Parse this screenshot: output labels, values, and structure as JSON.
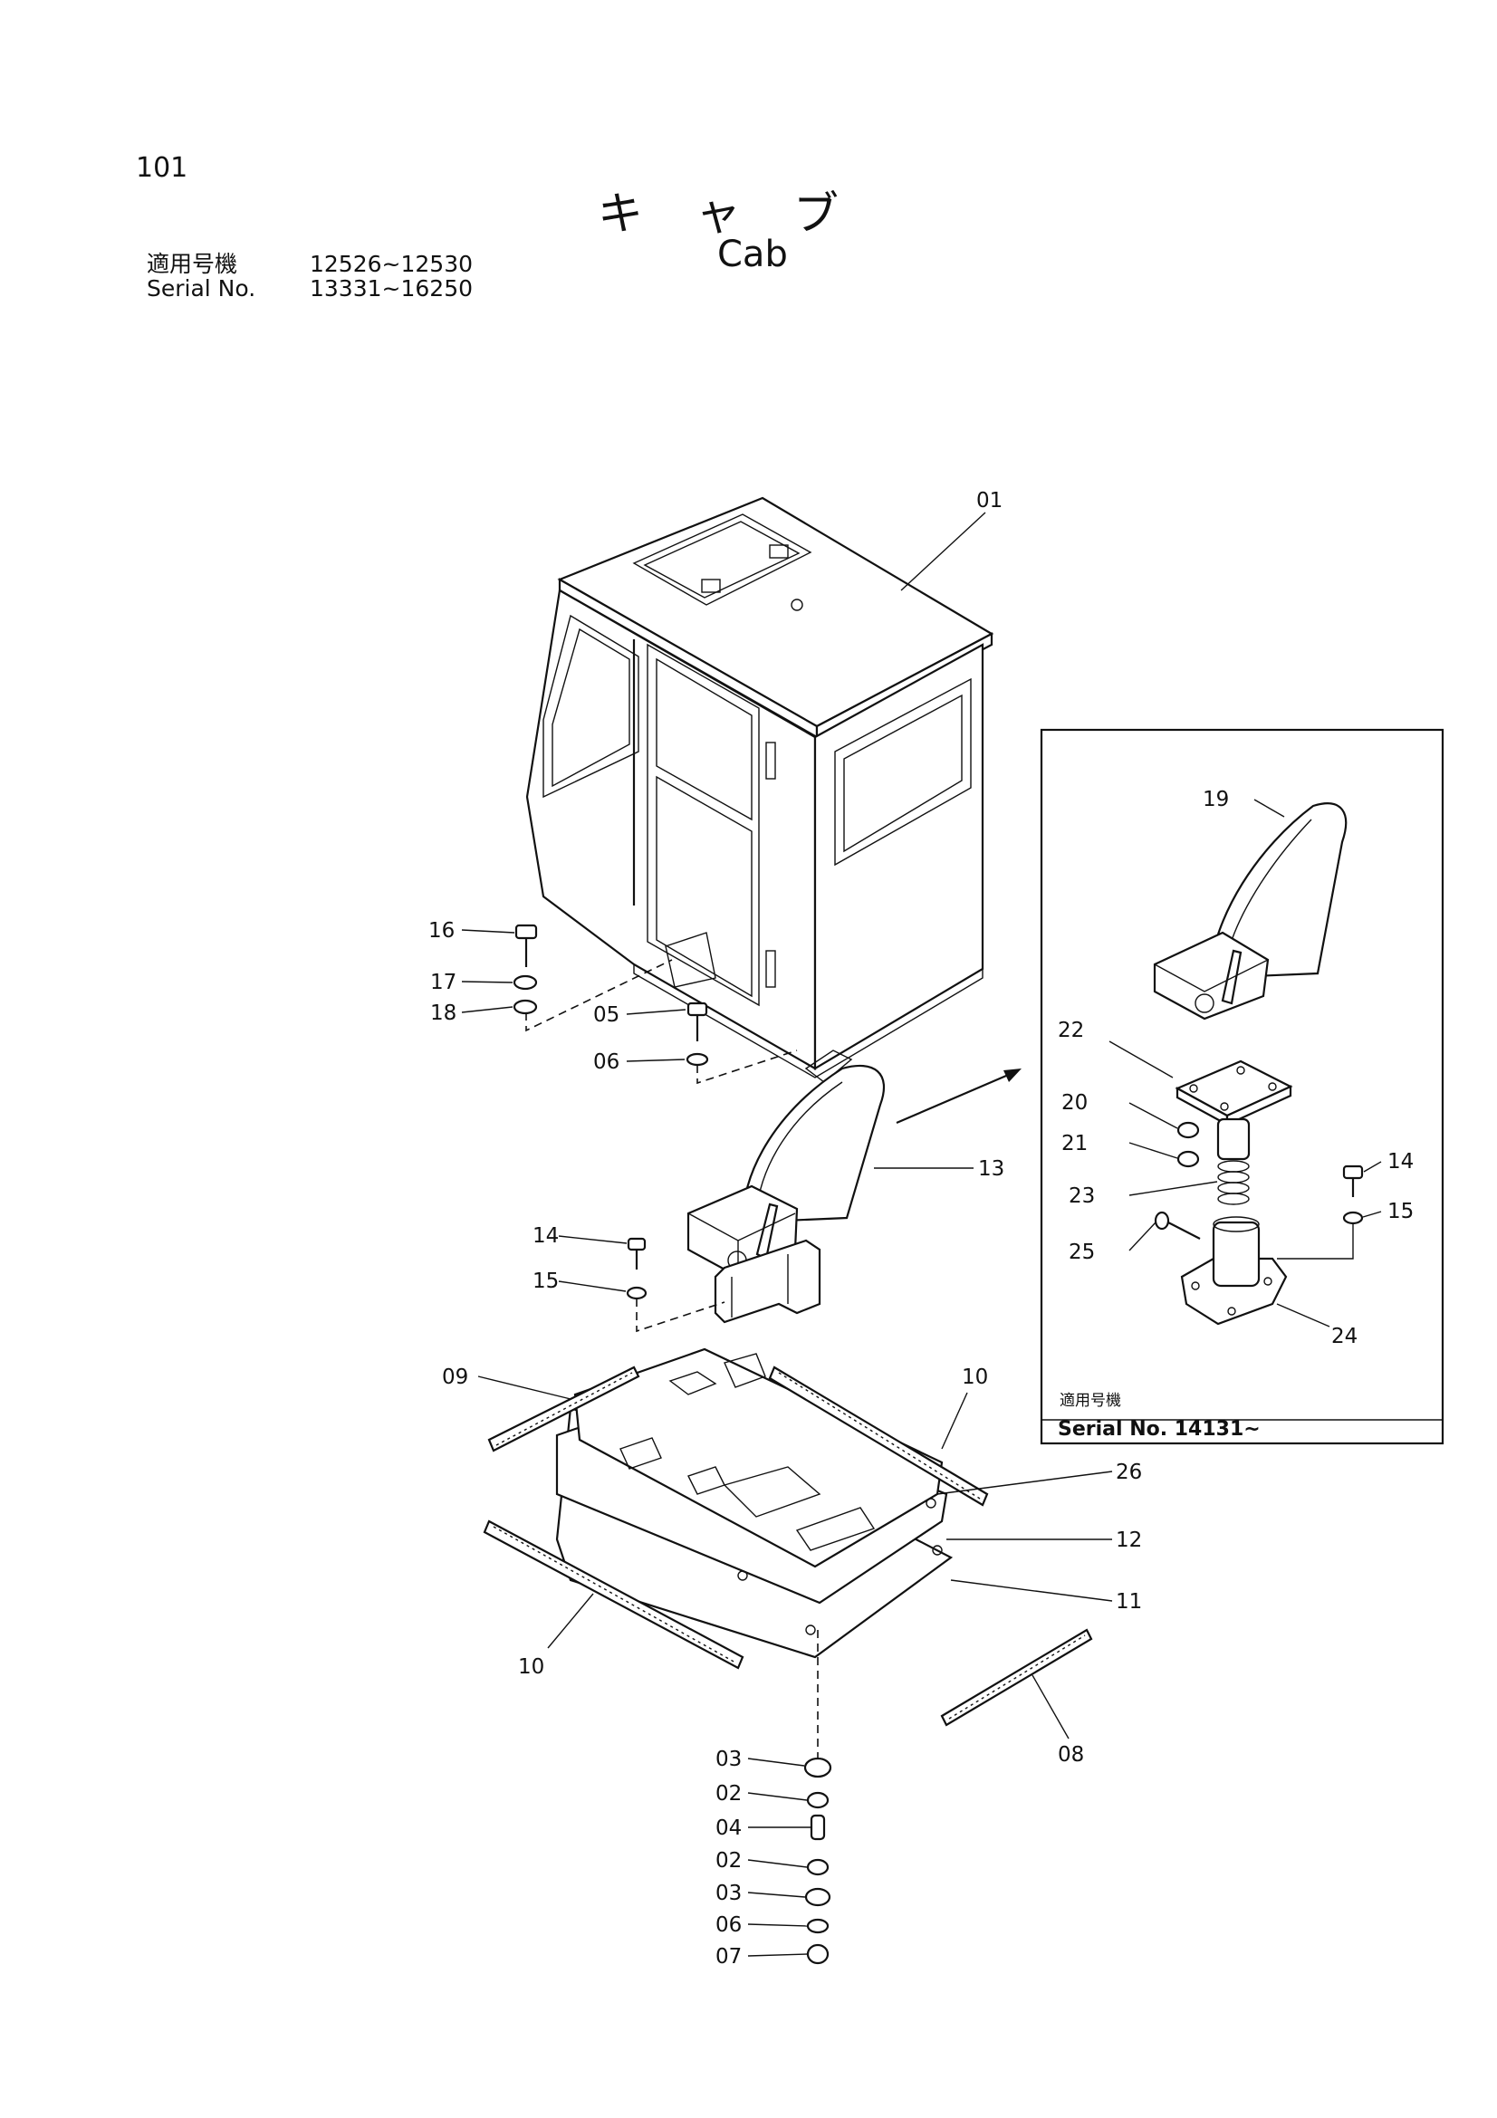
{
  "header": {
    "page_number": "101",
    "title_jp": "キャブ",
    "title_en": "Cab",
    "serial_label_jp": "適用号機",
    "serial_range_jp": "12526~12530",
    "serial_label_en": "Serial No.",
    "serial_range_en": "13331~16250"
  },
  "callouts": {
    "c01": "01",
    "c02a": "02",
    "c02b": "02",
    "c03a": "03",
    "c03b": "03",
    "c04": "04",
    "c05": "05",
    "c06a": "06",
    "c06b": "06",
    "c07": "07",
    "c08": "08",
    "c09": "09",
    "c10a": "10",
    "c10b": "10",
    "c11": "11",
    "c12": "12",
    "c13": "13",
    "c14a": "14",
    "c14b": "14",
    "c15a": "15",
    "c15b": "15",
    "c16": "16",
    "c17": "17",
    "c18": "18",
    "c19": "19",
    "c20": "20",
    "c21": "21",
    "c22": "22",
    "c23": "23",
    "c24": "24",
    "c25": "25",
    "c26": "26"
  },
  "inset": {
    "note_jp": "適用号機",
    "serial": "Serial No. 14131~"
  }
}
